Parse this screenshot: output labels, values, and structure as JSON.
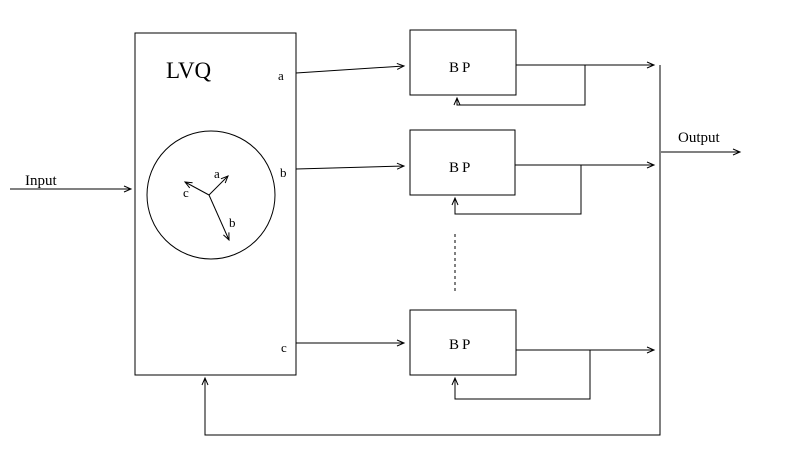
{
  "colors": {
    "background": "#ffffff",
    "line": "#000000",
    "text": "#000000"
  },
  "diagram": {
    "input_label": "Input",
    "output_label": "Output",
    "lvq": {
      "title": "LVQ",
      "cluster_arrows": [
        {
          "label": "a"
        },
        {
          "label": "b"
        },
        {
          "label": "c"
        }
      ],
      "ports": [
        {
          "label": "a"
        },
        {
          "label": "b"
        },
        {
          "label": "c"
        }
      ]
    },
    "bp_units": [
      {
        "label": "BP"
      },
      {
        "label": "BP"
      },
      {
        "label": "BP"
      }
    ]
  }
}
